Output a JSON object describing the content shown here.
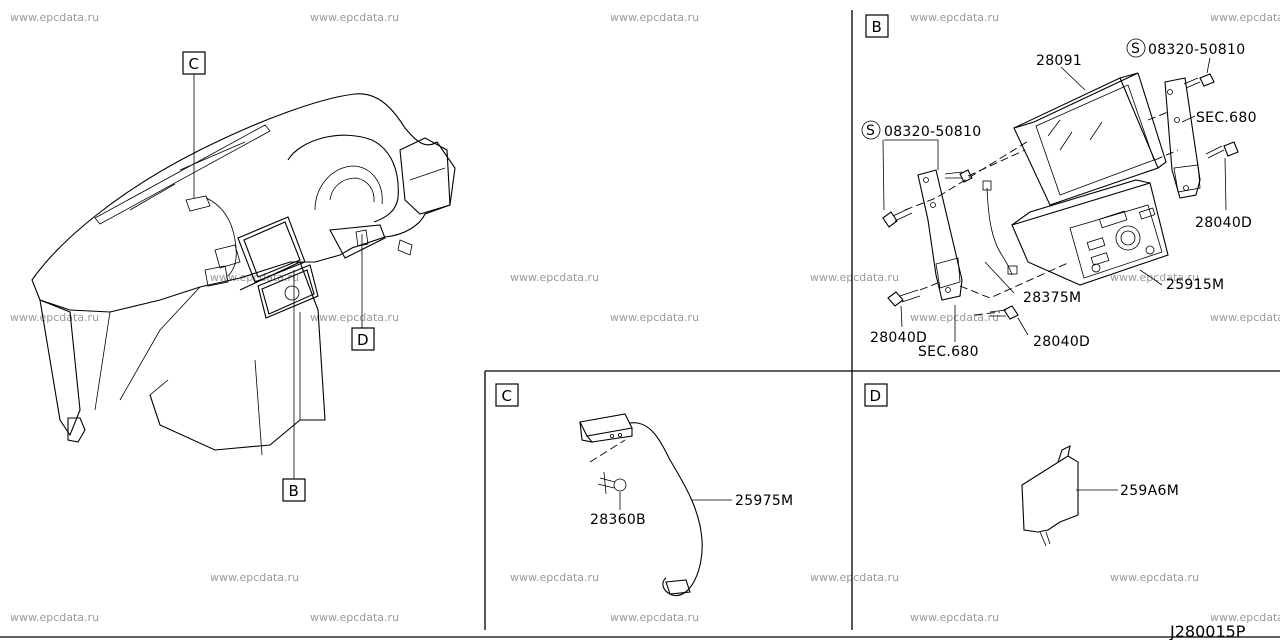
{
  "diagram_code": "J280015P",
  "watermark": "www.epcdata.ru",
  "refs": {
    "b": "B",
    "c": "C",
    "d": "D"
  },
  "parts": {
    "p28091": "28091",
    "p08320_top": "08320-50810",
    "p08320_left": "08320-50810",
    "sec680_top": "SEC.680",
    "sec680_bottom": "SEC.680",
    "p28040d_right": "28040D",
    "p28040d_left": "28040D",
    "p28040d_bottom": "28040D",
    "p28375m": "28375M",
    "p25915m": "25915M",
    "p25975m": "25975M",
    "p28360b": "28360B",
    "p259a6m": "259A6M"
  }
}
